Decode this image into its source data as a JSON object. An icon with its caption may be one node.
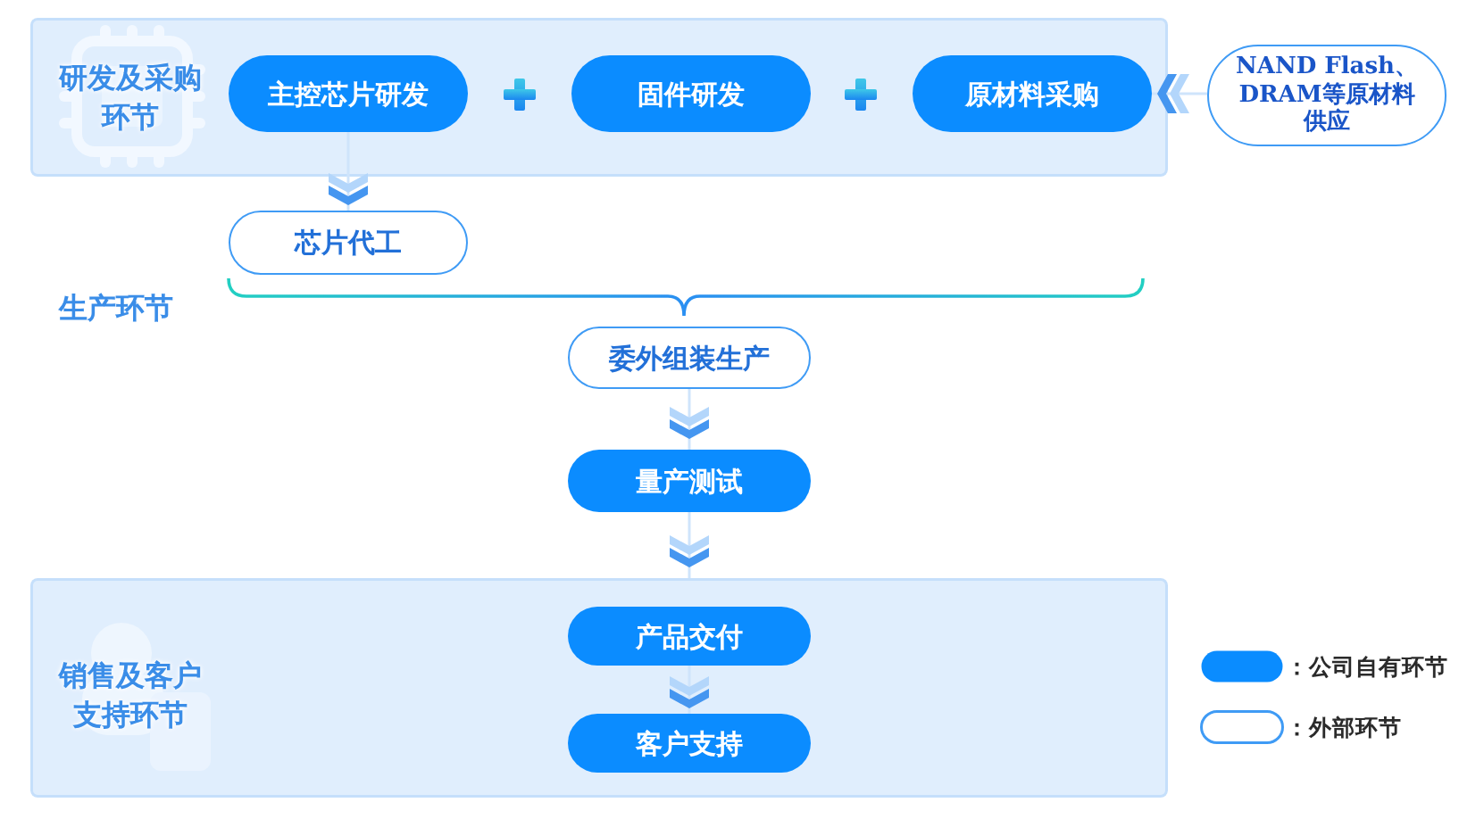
{
  "diagram": {
    "nodes": [
      {
        "text": [
          "研发及采购环节"
        ]
      },
      {
        "text": [
          "主控芯片研发"
        ],
        "in": 0
      },
      {
        "text": [
          "固件研发"
        ],
        "in": 0
      },
      {
        "text": [
          "原材料采购"
        ],
        "in": 0
      },
      {
        "text": [
          "NAND Flash、DRAM等原材料供应"
        ]
      },
      {
        "text": [
          "芯片代工"
        ]
      },
      {
        "text": [
          "委外组装生产"
        ]
      },
      {
        "text": [
          "量产测试"
        ]
      },
      {
        "text": [
          "销售及客户支持环节"
        ]
      },
      {
        "text": [
          "产品交付"
        ],
        "in": 8
      },
      {
        "text": [
          "客户支持"
        ],
        "in": 8
      }
    ],
    "edges": [
      {
        "from": 4,
        "to": 3,
        "arrow": "to"
      },
      {
        "from": 1,
        "to": 5,
        "arrow": "to"
      },
      {
        "from": 6,
        "to": 7,
        "arrow": "to"
      },
      {
        "from": 7,
        "to": 8,
        "arrow": "to"
      },
      {
        "from": 9,
        "to": 10,
        "arrow": "to"
      }
    ],
    "labels": [
      "生产环节"
    ],
    "legend": [
      {
        "text": "：公司自有环节",
        "color": "#0a8cff"
      },
      {
        "text": "：外部环节"
      }
    ]
  }
}
